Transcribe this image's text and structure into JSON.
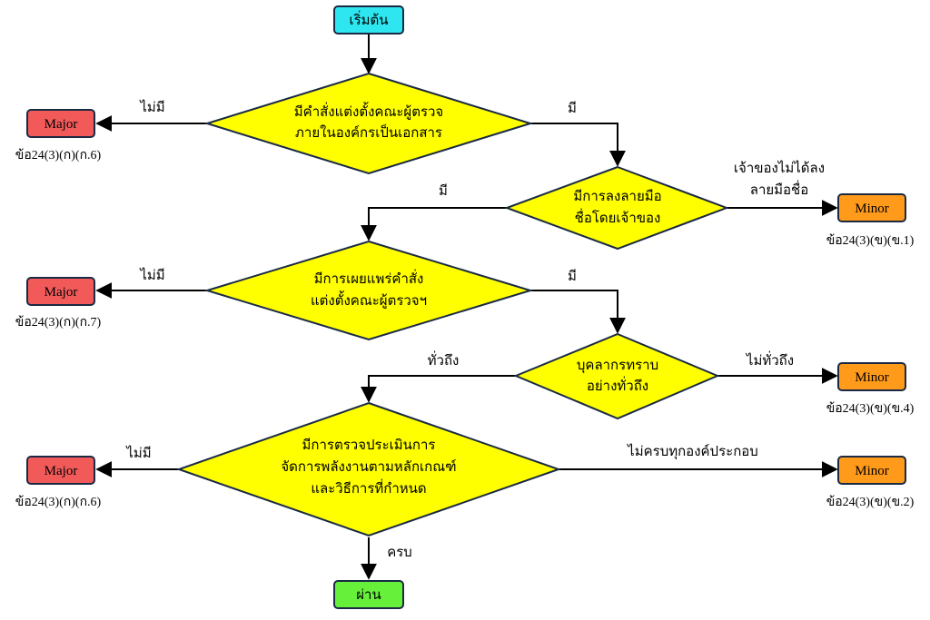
{
  "colors": {
    "terminal": "#2ee6f0",
    "pass": "#66f03a",
    "decision": "#ffff00",
    "major": "#f25a5a",
    "minor": "#ff9a1a",
    "border": "#1a2a44",
    "edge": "#000000"
  },
  "nodes": {
    "start": {
      "label": "เริ่มต้น"
    },
    "d1": {
      "line1": "มีคำสั่งแต่งตั้งคณะผู้ตรวจ",
      "line2": "ภายในองค์กรเป็นเอกสาร"
    },
    "d2": {
      "line1": "มีการลงลายมือ",
      "line2": "ชื่อโดยเจ้าของ"
    },
    "d3": {
      "line1": "มีการเผยแพร่คำสั่ง",
      "line2": "แต่งตั้งคณะผู้ตรวจฯ"
    },
    "d4": {
      "line1": "บุคลากรทราบ",
      "line2": "อย่างทั่วถึง"
    },
    "d5": {
      "line1": "มีการตรวจประเมินการ",
      "line2": "จัดการพลังงานตามหลักเกณฑ์",
      "line3": "และวิธีการที่กำหนด"
    },
    "major1": {
      "label": "Major",
      "ref": "ข้อ24(3)(ก)(ก.6)"
    },
    "major2": {
      "label": "Major",
      "ref": "ข้อ24(3)(ก)(ก.7)"
    },
    "major3": {
      "label": "Major",
      "ref": "ข้อ24(3)(ก)(ก.6)"
    },
    "minor1": {
      "label": "Minor",
      "ref": "ข้อ24(3)(ข)(ข.1)"
    },
    "minor2": {
      "label": "Minor",
      "ref": "ข้อ24(3)(ข)(ข.4)"
    },
    "minor3": {
      "label": "Minor",
      "ref": "ข้อ24(3)(ข)(ข.2)"
    },
    "pass": {
      "label": "ผ่าน"
    }
  },
  "edges": {
    "d1_no": "ไม่มี",
    "d1_yes": "มี",
    "d2_yes": "มี",
    "d2_no_line1": "เจ้าของไม่ได้ลง",
    "d2_no_line2": "ลายมือชื่อ",
    "d3_no": "ไม่มี",
    "d3_yes": "มี",
    "d4_yes": "ทั่วถึง",
    "d4_no": "ไม่ทั่วถึง",
    "d5_no": "ไม่มี",
    "d5_partial": "ไม่ครบทุกองค์ประกอบ",
    "d5_yes": "ครบ"
  }
}
